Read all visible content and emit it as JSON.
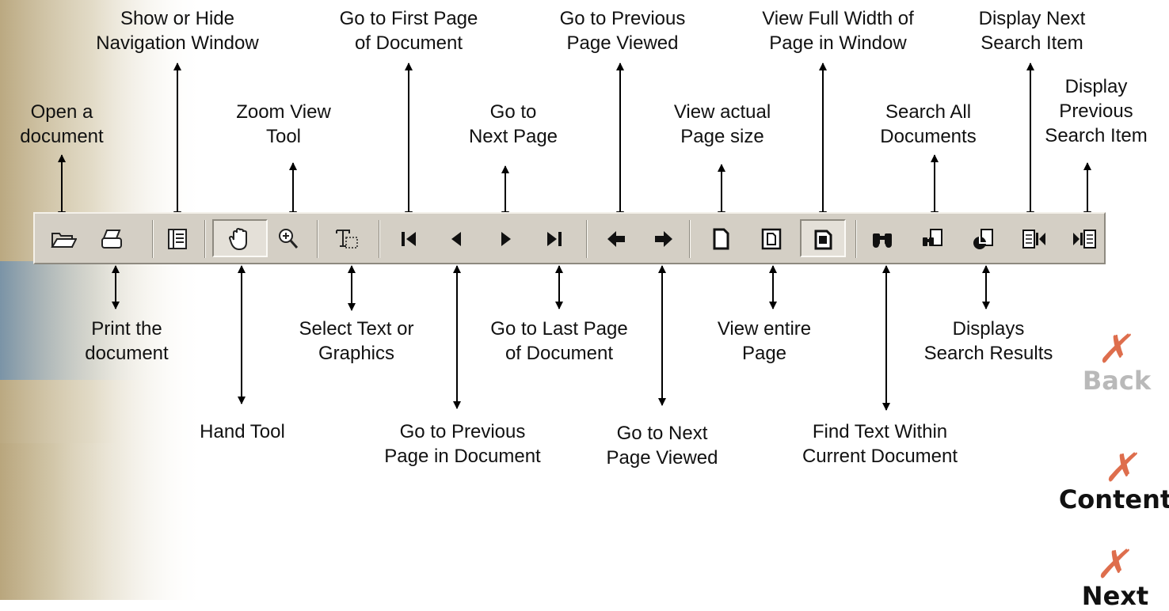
{
  "callouts": {
    "open": [
      "Open a",
      "document"
    ],
    "print": [
      "Print the",
      "document"
    ],
    "navwin": [
      "Show or Hide",
      "Navigation Window"
    ],
    "hand": [
      "Hand Tool"
    ],
    "zoom": [
      "Zoom View",
      "Tool"
    ],
    "select": [
      "Select Text or",
      "Graphics"
    ],
    "first": [
      "Go to First Page",
      "of Document"
    ],
    "prev": [
      "Go to Previous",
      "Page in Document"
    ],
    "next": [
      "Go to",
      "Next Page"
    ],
    "last": [
      "Go to Last Page",
      "of Document"
    ],
    "prevview": [
      "Go to Previous",
      "Page Viewed"
    ],
    "nextview": [
      "Go to Next",
      "Page Viewed"
    ],
    "actual": [
      "View actual",
      "Page size"
    ],
    "entire": [
      "View entire",
      "Page"
    ],
    "fullwidth": [
      "View Full Width of",
      "Page in Window"
    ],
    "find": [
      "Find Text Within",
      "Current Document"
    ],
    "searchall": [
      "Search All",
      "Documents"
    ],
    "results": [
      "Displays",
      "Search Results"
    ],
    "nextsearch": [
      "Display Next",
      "Search Item"
    ],
    "prevsearch": [
      "Display",
      "Previous",
      "Search Item"
    ]
  },
  "toolbar_icons": {
    "open": "folder-icon",
    "print": "printer-icon",
    "navwin": "navigation-pane-icon",
    "hand": "hand-icon",
    "zoom": "zoom-icon",
    "select": "text-select-icon",
    "first": "first-page-icon",
    "prev": "previous-page-icon",
    "next": "next-page-icon",
    "last": "last-page-icon",
    "prevview": "back-arrow-icon",
    "nextview": "forward-arrow-icon",
    "actual": "actual-size-icon",
    "entire": "fit-page-icon",
    "fullwidth": "fit-width-icon",
    "find": "binoculars-icon",
    "searchall": "search-documents-icon",
    "results": "search-results-icon",
    "nextsearch": "next-search-item-icon",
    "prevsearch": "previous-search-item-icon"
  },
  "navigation": {
    "back": "Back",
    "contents": "Contents",
    "next": "Next"
  },
  "colors": {
    "toolbar": "#d4cfc5",
    "accent_x": "#d9552e",
    "nav_back": "#b9b9b9"
  }
}
